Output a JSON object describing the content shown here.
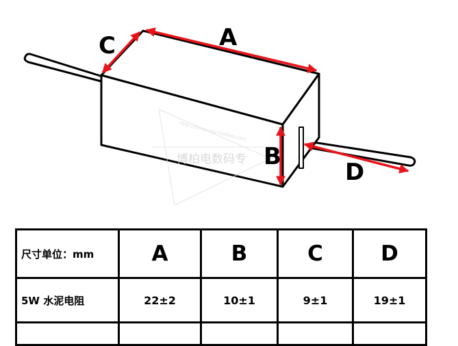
{
  "diagram": {
    "labels": {
      "A": "A",
      "B": "B",
      "C": "C",
      "D": "D"
    },
    "watermark": "博柏电数码专",
    "watermark_url": "http://zhuuuuuu.taobao.com",
    "colors": {
      "arrow": "#e8141b",
      "outline": "#000000",
      "background": "#ffffff"
    }
  },
  "table": {
    "header_label": "尺寸单位：mm",
    "columns": [
      "A",
      "B",
      "C",
      "D"
    ],
    "rows": [
      {
        "label": "5W 水泥电阻",
        "values": [
          "22±2",
          "10±1",
          "9±1",
          "19±1"
        ]
      }
    ]
  }
}
